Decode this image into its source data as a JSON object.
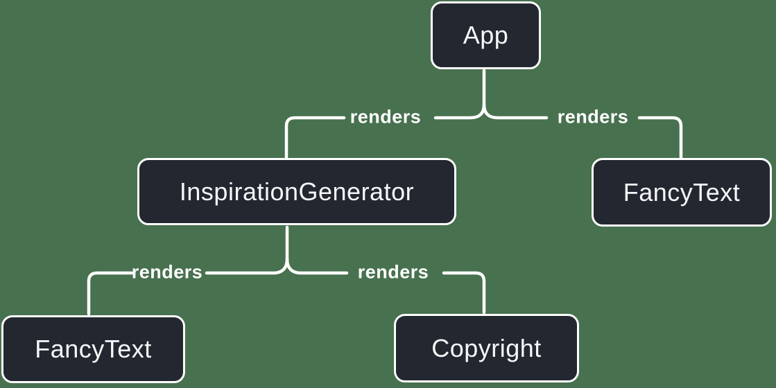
{
  "canvas": {
    "background_color": "#48714F",
    "line_color": "#FFFFFF",
    "node_background_color": "#23272F",
    "node_border_color": "#FFFFFF",
    "node_text_color": "#F6F7F9",
    "edge_label_color": "#FFFFFF"
  },
  "diagram": {
    "type": "tree",
    "description": "React render tree diagram",
    "nodes": [
      {
        "id": "app",
        "label": "App"
      },
      {
        "id": "inspiration-generator",
        "label": "InspirationGenerator"
      },
      {
        "id": "fancy-text-right",
        "label": "FancyText"
      },
      {
        "id": "fancy-text-left",
        "label": "FancyText"
      },
      {
        "id": "copyright",
        "label": "Copyright"
      }
    ],
    "edges": [
      {
        "from": "App",
        "to": "InspirationGenerator",
        "label": "renders"
      },
      {
        "from": "App",
        "to": "FancyText",
        "label": "renders"
      },
      {
        "from": "InspirationGenerator",
        "to": "FancyText",
        "label": "renders"
      },
      {
        "from": "InspirationGenerator",
        "to": "Copyright",
        "label": "renders"
      }
    ]
  }
}
